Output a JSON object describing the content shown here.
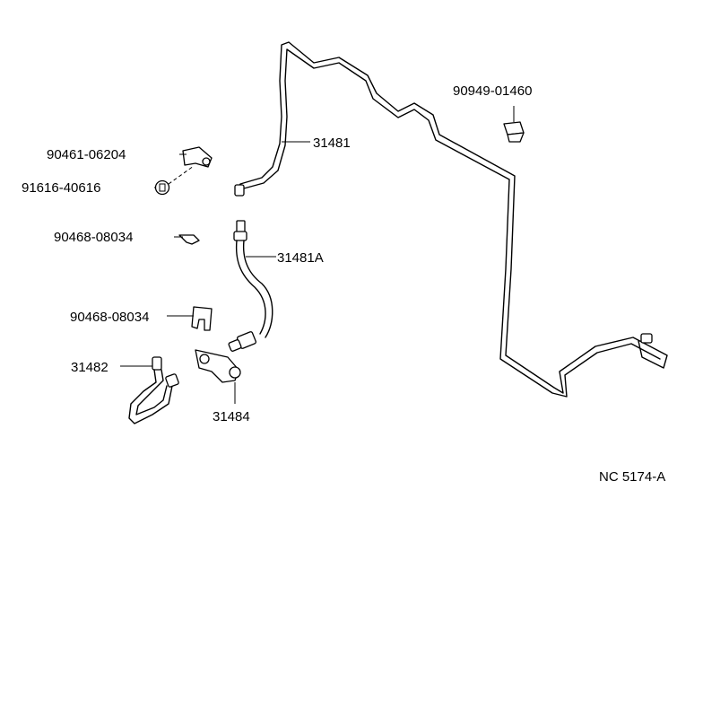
{
  "diagram": {
    "labels": {
      "p1": "90949-01460",
      "p2": "90461-06204",
      "p3": "31481",
      "p4": "91616-40616",
      "p5": "90468-08034",
      "p6": "31481A",
      "p7": "90468-08034",
      "p8": "31482",
      "p9": "31484"
    },
    "reference_code": "NC 5174-A"
  }
}
